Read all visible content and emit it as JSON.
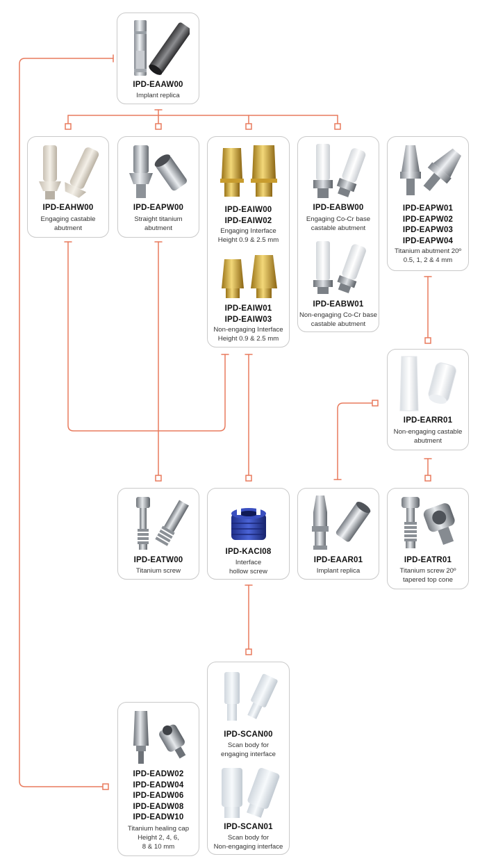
{
  "colors": {
    "connector": "#e87a5d",
    "card_border": "#c9c9c9"
  },
  "cards": {
    "eaaw00": {
      "codes": [
        "IPD-EAAW00"
      ],
      "desc": [
        "Implant replica"
      ]
    },
    "eahw00": {
      "codes": [
        "IPD-EAHW00"
      ],
      "desc": [
        "Engaging castable",
        "abutment"
      ]
    },
    "eapw00": {
      "codes": [
        "IPD-EAPW00"
      ],
      "desc": [
        "Straight titanium",
        "abutment"
      ]
    },
    "eaiw_eng": {
      "codes": [
        "IPD-EAIW00",
        "IPD-EAIW02"
      ],
      "desc": [
        "Engaging Interface",
        "Height 0.9 & 2.5  mm"
      ]
    },
    "eaiw_non": {
      "codes": [
        "IPD-EAIW01",
        "IPD-EAIW03"
      ],
      "desc": [
        "Non-engaging Interface",
        "Height 0.9  & 2.5  mm"
      ]
    },
    "eabw00": {
      "codes": [
        "IPD-EABW00"
      ],
      "desc": [
        "Engaging Co-Cr base",
        "castable abutment"
      ]
    },
    "eabw01": {
      "codes": [
        "IPD-EABW01"
      ],
      "desc": [
        "Non-engaging Co-Cr base",
        "castable abutment"
      ]
    },
    "eapw_angled": {
      "codes": [
        "IPD-EAPW01",
        "IPD-EAPW02",
        "IPD-EAPW03",
        "IPD-EAPW04"
      ],
      "desc": [
        "Titanium abutment 20º",
        "0.5, 1, 2 & 4 mm"
      ]
    },
    "earr01": {
      "codes": [
        "IPD-EARR01"
      ],
      "desc": [
        "Non-engaging castable",
        "abutment"
      ]
    },
    "eatw00": {
      "codes": [
        "IPD-EATW00"
      ],
      "desc": [
        "Titanium screw"
      ]
    },
    "kaci08": {
      "codes": [
        "IPD-KACI08"
      ],
      "desc": [
        "Interface",
        "hollow screw"
      ]
    },
    "eaar01": {
      "codes": [
        "IPD-EAAR01"
      ],
      "desc": [
        "Implant replica"
      ]
    },
    "eatr01": {
      "codes": [
        "IPD-EATR01"
      ],
      "desc": [
        "Titanium screw 20º",
        "tapered top cone"
      ]
    },
    "scan00": {
      "codes": [
        "IPD-SCAN00"
      ],
      "desc": [
        "Scan body for",
        "engaging interface"
      ]
    },
    "scan01": {
      "codes": [
        "IPD-SCAN01"
      ],
      "desc": [
        "Scan body for",
        "Non-engaging interface"
      ]
    },
    "eadw": {
      "codes": [
        "IPD-EADW02",
        "IPD-EADW04",
        "IPD-EADW06",
        "IPD-EADW08",
        "IPD-EADW10"
      ],
      "desc": [
        "Titanium healing cap",
        "Height 2, 4, 6,",
        "8 & 10 mm"
      ]
    }
  },
  "images": {
    "eaaw00": "implant-replica-image",
    "eahw00": "castable-abutment-image",
    "eapw00": "titanium-abutment-image",
    "eaiw_eng": "gold-interface-image",
    "eaiw_non": "gold-interface-nonengaging-image",
    "eabw00": "cocr-base-abutment-image",
    "eabw01": "cocr-base-nonengaging-image",
    "eapw_angled": "angled-abutment-image",
    "earr01": "castable-sleeve-image",
    "eatw00": "titanium-screw-image",
    "kaci08": "hollow-screw-image",
    "eaar01": "implant-replica-image",
    "eatr01": "tapered-screw-image",
    "scan00": "scan-body-image",
    "scan01": "scan-body-nonengaging-image",
    "eadw": "healing-cap-image"
  }
}
